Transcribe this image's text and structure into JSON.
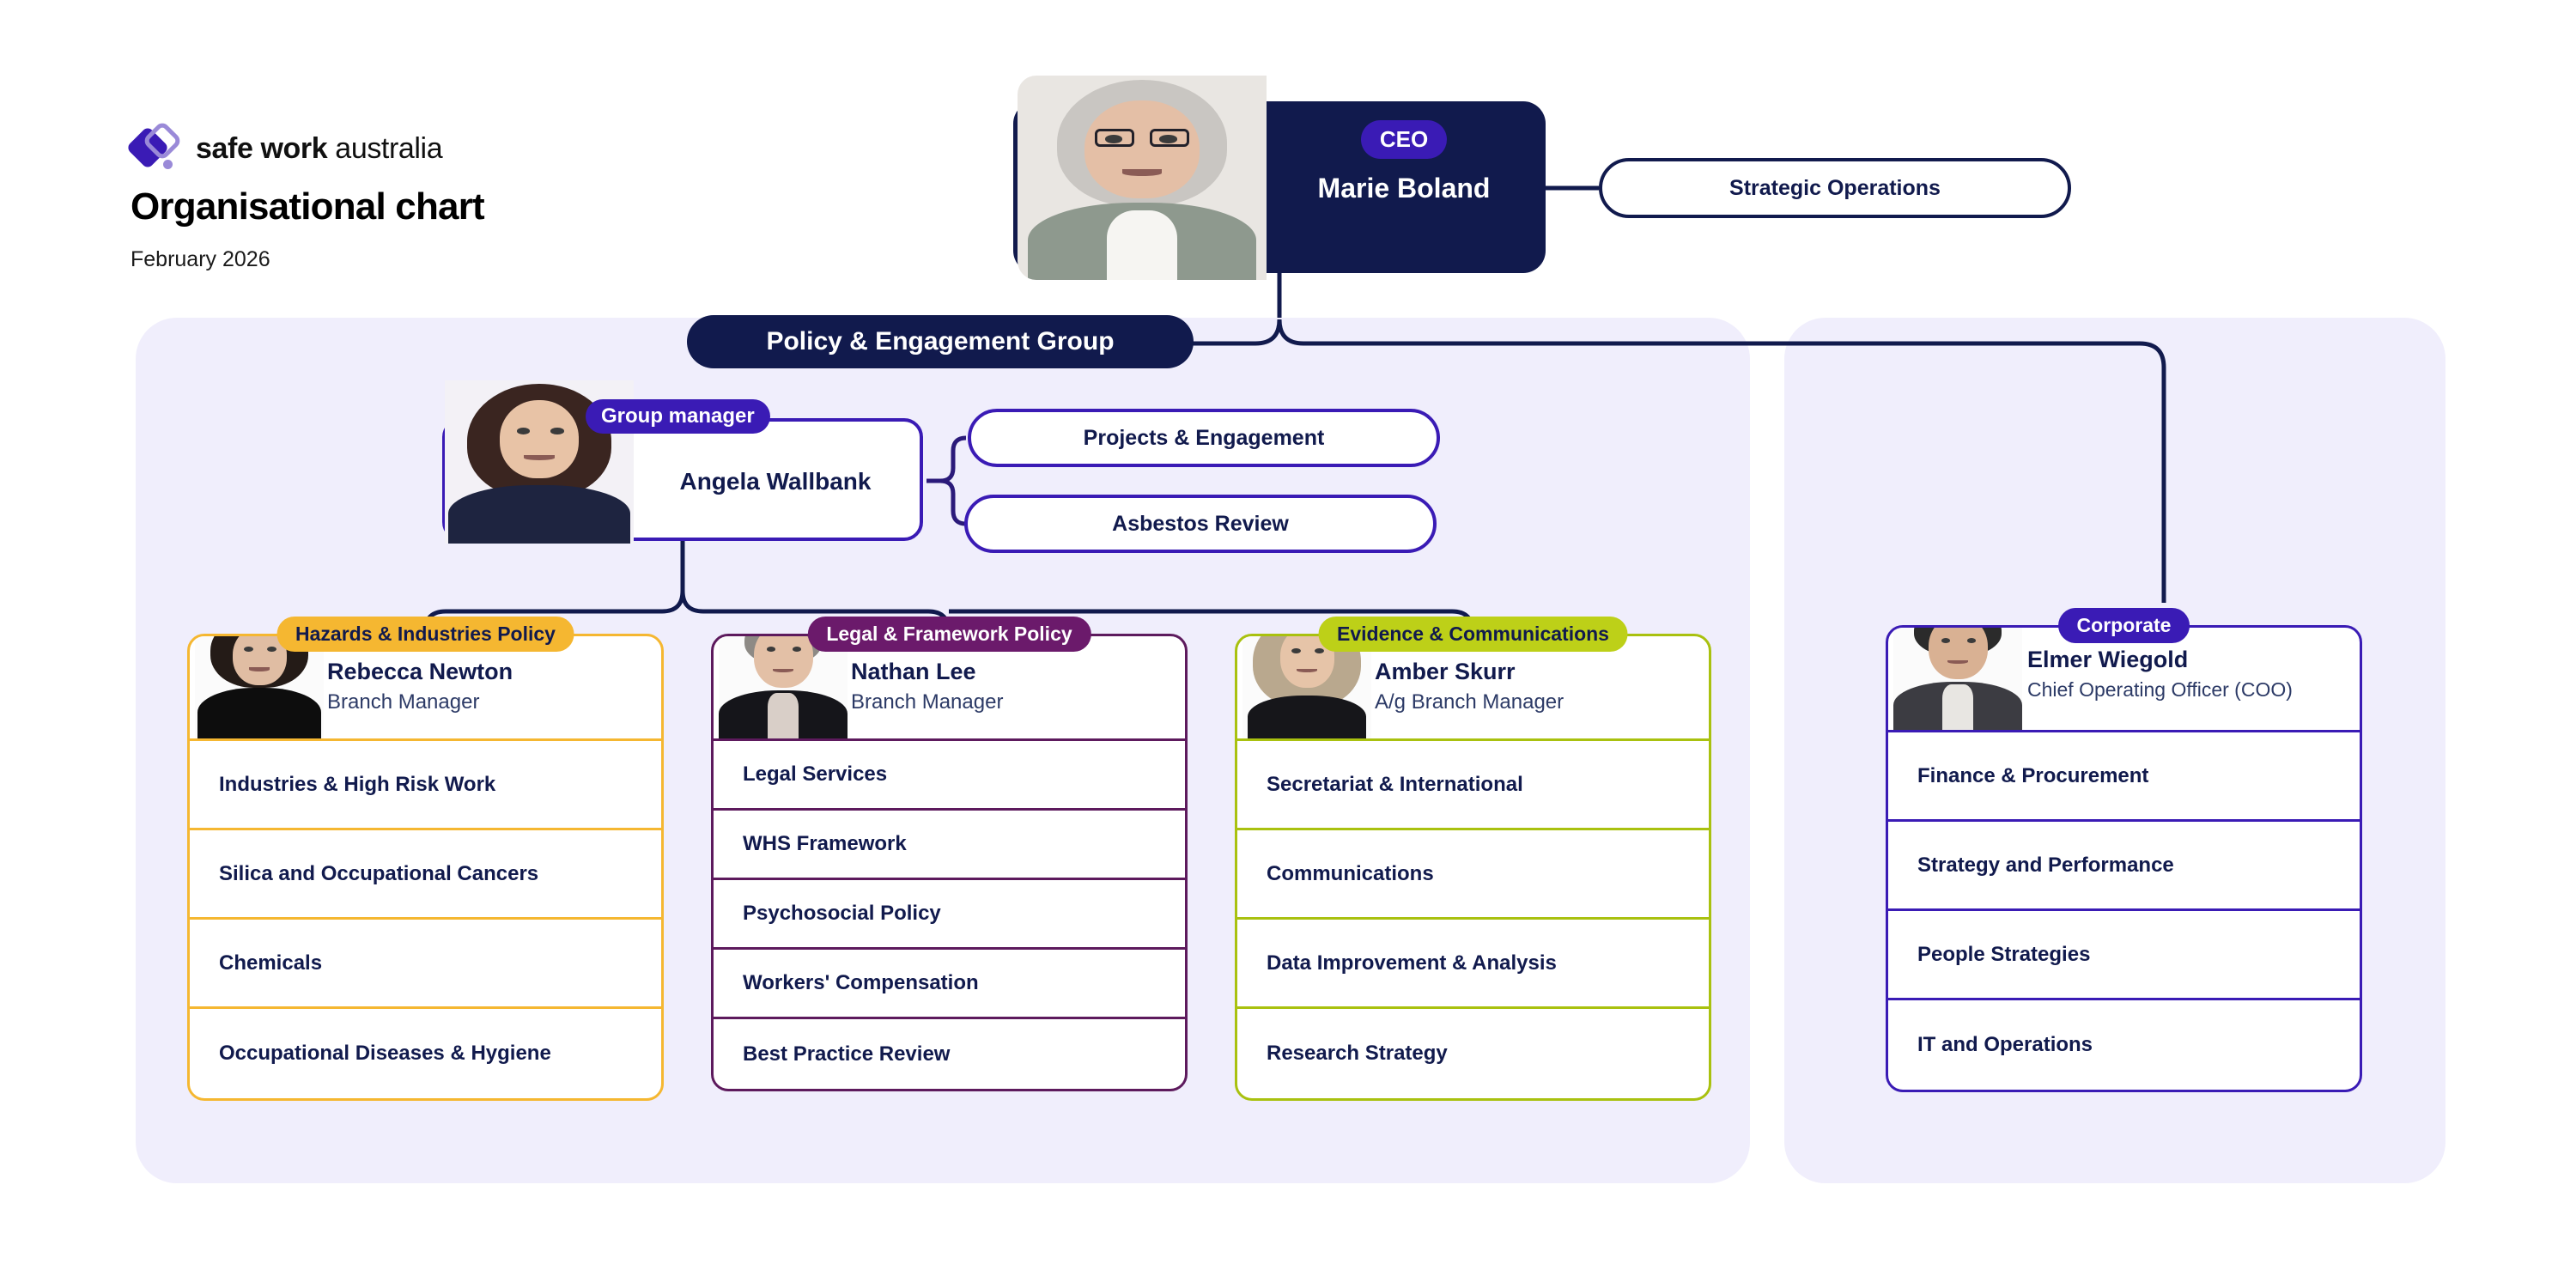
{
  "brand": {
    "name_bold": "safe work",
    "name_light": " australia",
    "logo_icon": "diamond-logo-icon"
  },
  "header": {
    "title": "Organisational chart",
    "date": "February 2026"
  },
  "ceo": {
    "badge": "CEO",
    "name": "Marie Boland",
    "photo_alt": "marie-boland-portrait"
  },
  "strategic_operations": {
    "label": "Strategic Operations"
  },
  "policy_group": {
    "header": "Policy & Engagement Group",
    "manager": {
      "badge": "Group manager",
      "name": "Angela Wallbank",
      "photo_alt": "angela-wallbank-portrait"
    },
    "side_units": [
      {
        "label": "Projects & Engagement"
      },
      {
        "label": "Asbestos Review"
      }
    ]
  },
  "branches": [
    {
      "key": "hazards",
      "badge": "Hazards & Industries Policy",
      "accent": "#f5b731",
      "person": {
        "name": "Rebecca Newton",
        "role": "Branch Manager",
        "photo_alt": "rebecca-newton-portrait"
      },
      "items": [
        "Industries & High Risk Work",
        "Silica and Occupational Cancers",
        "Chemicals",
        "Occupational Diseases & Hygiene"
      ]
    },
    {
      "key": "legal",
      "badge": "Legal & Framework Policy",
      "accent": "#5d1a5d",
      "person": {
        "name": "Nathan Lee",
        "role": "Branch Manager",
        "photo_alt": "nathan-lee-portrait"
      },
      "items": [
        "Legal Services",
        "WHS Framework",
        "Psychosocial Policy",
        "Workers' Compensation",
        "Best Practice Review"
      ]
    },
    {
      "key": "evidence",
      "badge": "Evidence & Communications",
      "accent": "#bdd018",
      "person": {
        "name": "Amber Skurr",
        "role": "A/g Branch Manager",
        "photo_alt": "amber-skurr-portrait"
      },
      "items": [
        "Secretariat & International",
        "Communications",
        "Data Improvement & Analysis",
        "Research Strategy"
      ]
    },
    {
      "key": "corporate",
      "badge": "Corporate",
      "accent": "#3a1bb5",
      "person": {
        "name": "Elmer Wiegold",
        "role": "Chief Operating Officer (COO)",
        "photo_alt": "elmer-wiegold-portrait"
      },
      "items": [
        "Finance & Procurement",
        "Strategy and Performance",
        "People Strategies",
        "IT and Operations"
      ]
    }
  ],
  "colors": {
    "navy": "#111a4d",
    "indigo": "#3a1bb5",
    "panel_bg": "#f0eefc",
    "amber": "#f5b731",
    "plum": "#5d1a5d",
    "lime": "#bdd018"
  }
}
